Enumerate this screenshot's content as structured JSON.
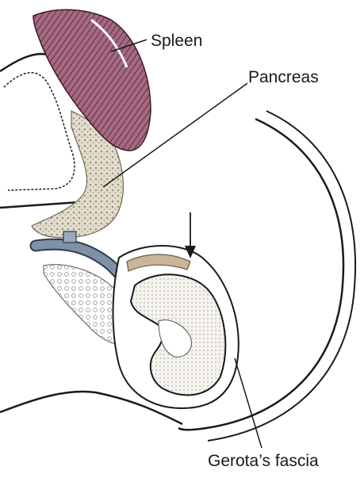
{
  "labels": {
    "spleen": "Spleen",
    "pancreas": "Pancreas",
    "gerota": "Gerota’s fascia"
  },
  "colors": {
    "outline": "#1a1a1a",
    "spleen": "#8a4a62",
    "pancreas": "#d7d1bd",
    "vessel": "#6f8094",
    "adrenal": "#c9b59a",
    "kidney": "#ece9e0"
  }
}
